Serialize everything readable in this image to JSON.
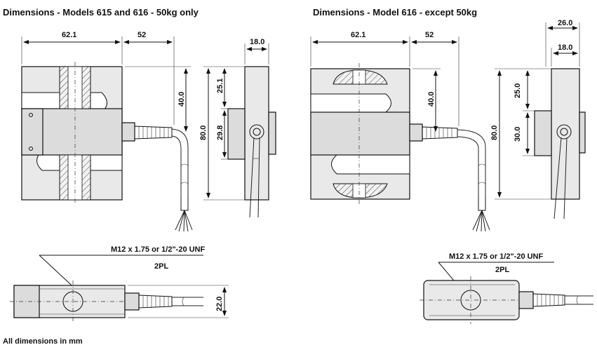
{
  "titles": {
    "left": "Dimensions - Models 615 and 616 - 50kg only",
    "right": "Dimensions - Model 616 - except 50kg"
  },
  "footer": "All dimensions in mm",
  "left_view": {
    "dim_width": "62.1",
    "dim_cable": "52",
    "dim_cable_height": "40.0",
    "dim_height": "80.0",
    "dim_side_depth": "18.0",
    "dim_upper": "25.1",
    "dim_mid": "29.8",
    "thread_label": "M12 x 1.75 or 1/2\"-20 UNF",
    "thread_count": "2PL",
    "dim_bottom_height": "22.0"
  },
  "right_view": {
    "dim_width": "62.1",
    "dim_cable": "52",
    "dim_cable_height": "40.0",
    "dim_height": "80.0",
    "dim_outer_depth": "26.0",
    "dim_side_depth": "18.0",
    "dim_upper": "25.0",
    "dim_mid": "30.0",
    "thread_label": "M12 x 1.75 or 1/2\"-20 UNF",
    "thread_count": "2PL"
  }
}
